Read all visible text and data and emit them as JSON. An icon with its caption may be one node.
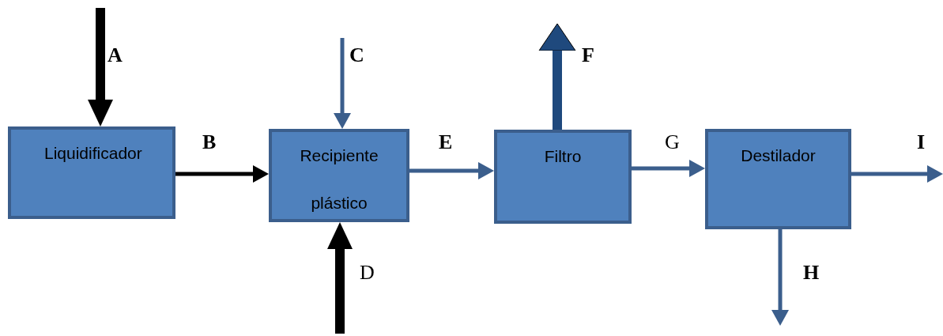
{
  "diagram": {
    "nodes": [
      {
        "text": [
          "Liquidificador"
        ]
      },
      {
        "text": [
          "Recipiente plástico"
        ]
      },
      {
        "text": [
          "Filtro"
        ]
      },
      {
        "text": [
          "Destilador"
        ]
      }
    ],
    "edges": [
      {
        "from": null,
        "to": 0,
        "arrow": "to",
        "label": "A",
        "style": "thick",
        "color": "#000000"
      },
      {
        "from": 0,
        "to": 1,
        "arrow": "to",
        "label": "B",
        "color": "#000000"
      },
      {
        "from": null,
        "to": 1,
        "arrow": "to",
        "label": "C"
      },
      {
        "from": null,
        "to": 1,
        "arrow": "to",
        "label": "D",
        "style": "thick",
        "color": "#000000"
      },
      {
        "from": 1,
        "to": 2,
        "arrow": "to",
        "label": "E"
      },
      {
        "from": 2,
        "to": null,
        "arrow": "to",
        "label": "F",
        "style": "thick",
        "color": "#1f497d"
      },
      {
        "from": 2,
        "to": 3,
        "arrow": "to",
        "label": "G"
      },
      {
        "from": 3,
        "to": null,
        "arrow": "to",
        "label": "H"
      },
      {
        "from": 3,
        "to": null,
        "arrow": "to",
        "label": "I"
      }
    ]
  }
}
